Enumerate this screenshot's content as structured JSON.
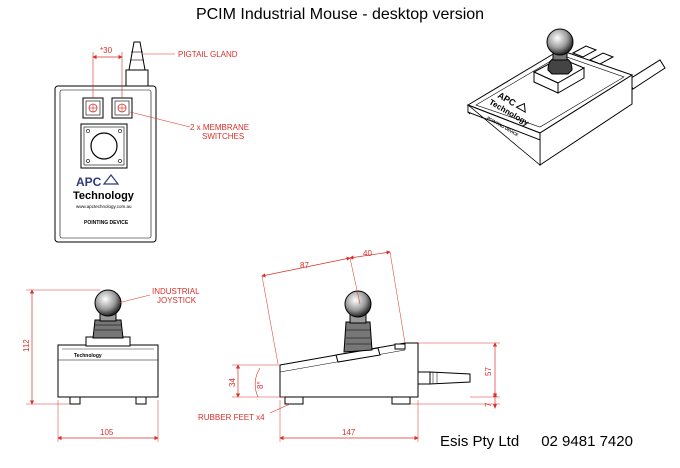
{
  "title": "PCIM Industrial Mouse - desktop version",
  "footer": {
    "company": "Esis Pty Ltd",
    "phone": "02 9481 7420"
  },
  "labels": {
    "pigtail_gland": "PIGTAIL GLAND",
    "membrane_switches_1": "2 x MEMBRANE",
    "membrane_switches_2": "SWITCHES",
    "industrial_joystick_1": "INDUSTRIAL",
    "industrial_joystick_2": "JOYSTICK",
    "rubber_feet": "RUBBER FEET x4",
    "brand_apc": "APC",
    "brand_technology": "Technology",
    "brand_web": "www.apctechnology.com.au",
    "pointing_device": "POINTING DEVICE"
  },
  "dimensions": {
    "d30": "*30",
    "d112": "112",
    "d105": "105",
    "d87": "87",
    "d40": "40",
    "d34": "34",
    "d8": "8°",
    "d57": "57",
    "d7": "7",
    "d147": "147"
  },
  "colors": {
    "dimension": "#d9302a",
    "line": "#000000"
  }
}
